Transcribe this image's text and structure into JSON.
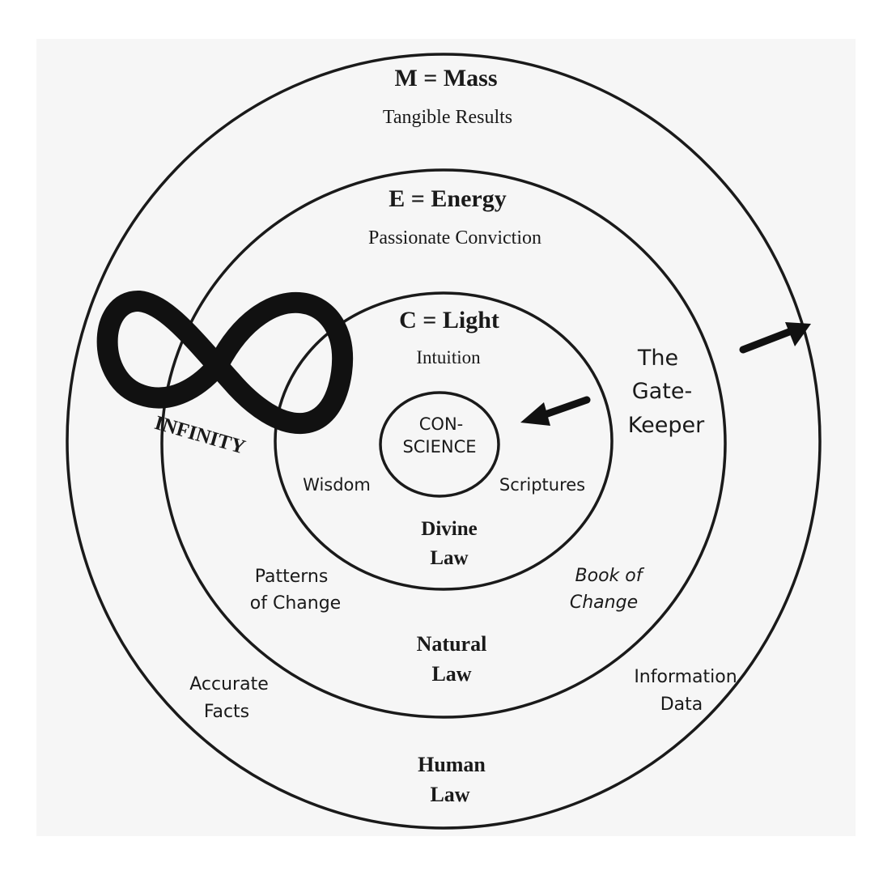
{
  "rings": {
    "outer": {
      "title": "M = Mass",
      "subtitle": "Tangible Results"
    },
    "second": {
      "title": "E = Energy",
      "subtitle": "Passionate Conviction"
    },
    "third": {
      "title": "C = Light",
      "subtitle": "Intuition"
    }
  },
  "center": {
    "line1": "CON-",
    "line2": "SCIENCE"
  },
  "infinity": {
    "label": "INFINITY"
  },
  "gatekeeper": {
    "line1": "The",
    "line2": "Gate-",
    "line3": "Keeper"
  },
  "third_ring_labels": {
    "left": "Wisdom",
    "right": "Scriptures",
    "law_line1": "Divine",
    "law_line2": "Law"
  },
  "second_ring_labels": {
    "left_line1": "Patterns",
    "left_line2": "of Change",
    "right_line1": "Book of",
    "right_line2": "Change",
    "law_line1": "Natural",
    "law_line2": "Law"
  },
  "outer_ring_labels": {
    "left_line1": "Accurate",
    "left_line2": "Facts",
    "right_line1": "Information",
    "right_line2": "Data",
    "law_line1": "Human",
    "law_line2": "Law"
  }
}
